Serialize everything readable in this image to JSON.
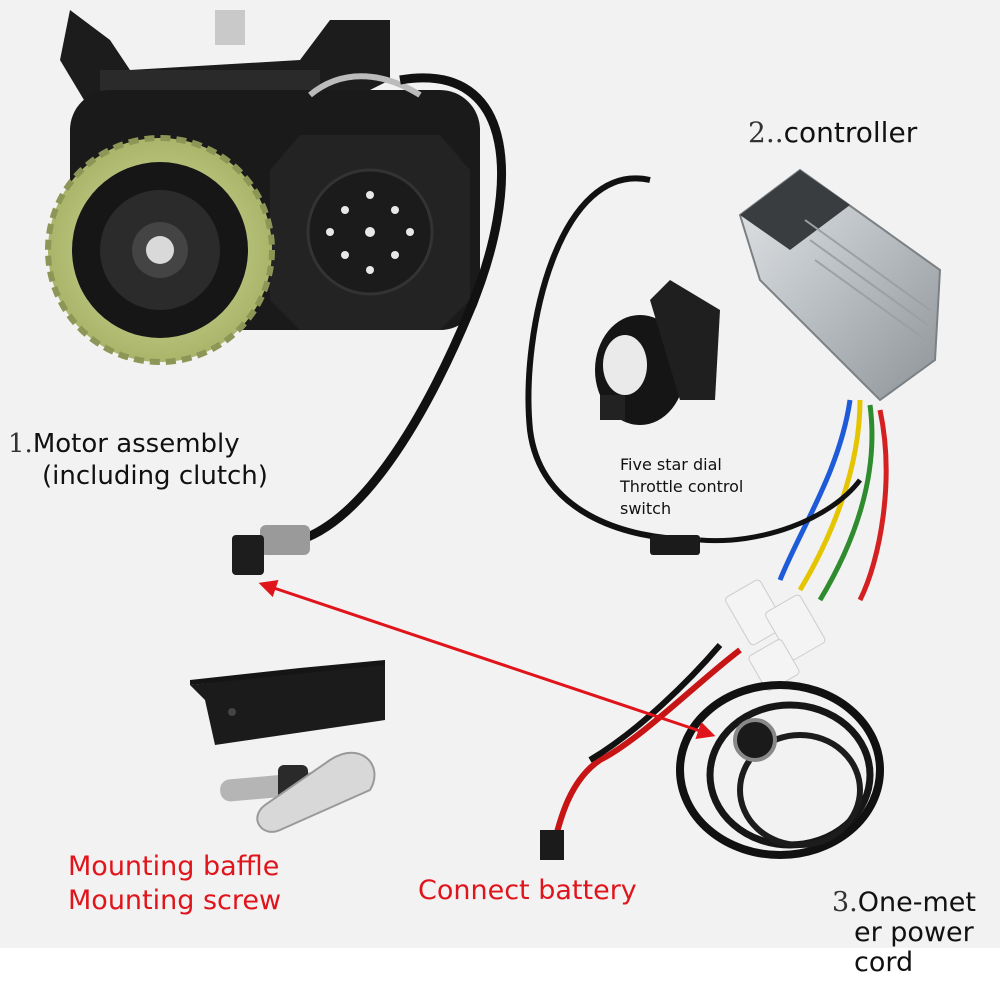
{
  "labels": {
    "motor_number": "1.",
    "motor_line1": "Motor assembly",
    "motor_line2": "(including clutch)",
    "controller_number": "2..",
    "controller": "controller",
    "throttle_line1": "Five star dial",
    "throttle_line2": "Throttle control",
    "throttle_line3": "switch",
    "mount_line1": "Mounting baffle",
    "mount_line2": "Mounting screw",
    "connect_battery": "Connect battery",
    "power_number": "3.",
    "power_line1": "One-met",
    "power_line2": "er power",
    "power_line3": "cord"
  },
  "colors": {
    "background": "#f2f2f2",
    "label_text": "#111111",
    "red_text": "#e0141b",
    "arrow": "#e0141b",
    "wheel_tread": "#c9d48a",
    "controller_body": "#c7cbce"
  }
}
